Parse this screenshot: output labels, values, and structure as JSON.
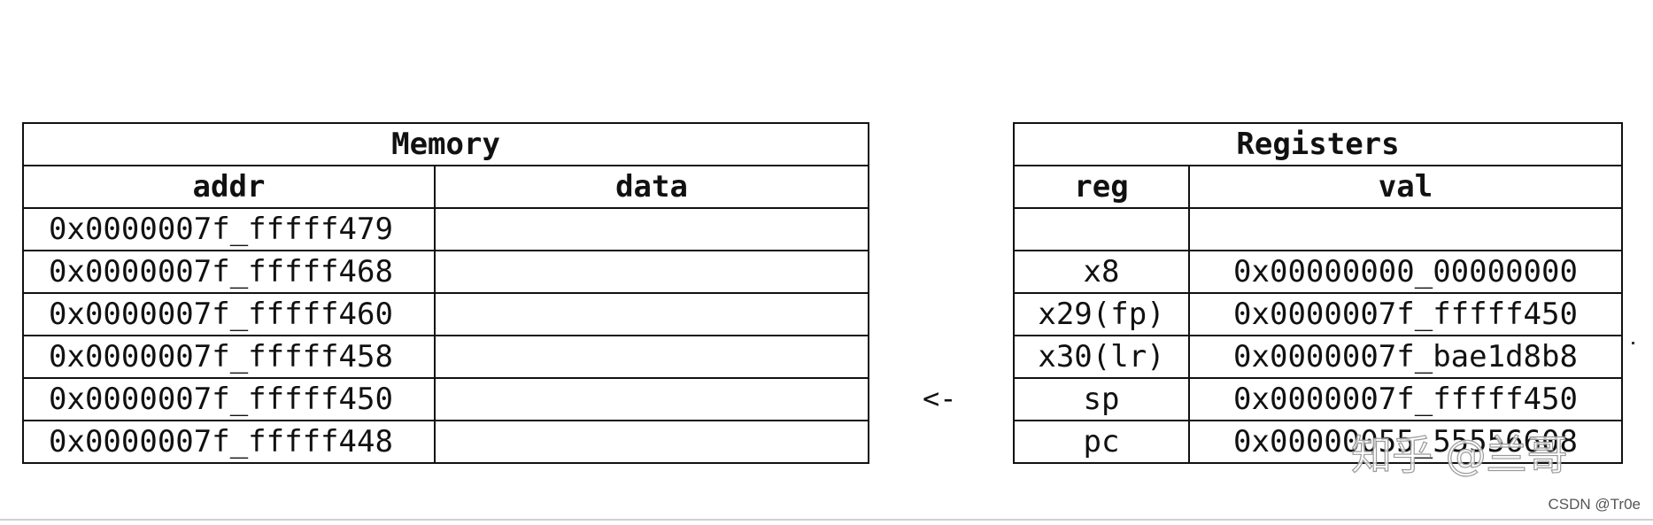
{
  "memory": {
    "title": "Memory",
    "headers": [
      "addr",
      "data"
    ],
    "rows": [
      {
        "addr": "0x0000007f_fffff479",
        "data": ""
      },
      {
        "addr": "0x0000007f_fffff468",
        "data": ""
      },
      {
        "addr": "0x0000007f_fffff460",
        "data": ""
      },
      {
        "addr": "0x0000007f_fffff458",
        "data": ""
      },
      {
        "addr": "0x0000007f_fffff450",
        "data": ""
      },
      {
        "addr": "0x0000007f_fffff448",
        "data": ""
      }
    ]
  },
  "registers": {
    "title": "Registers",
    "headers": [
      "reg",
      "val"
    ],
    "rows": [
      {
        "reg": "",
        "val": ""
      },
      {
        "reg": "x8",
        "val": "0x00000000_00000000"
      },
      {
        "reg": "x29(fp)",
        "val": "0x0000007f_fffff450"
      },
      {
        "reg": "x30(lr)",
        "val": "0x0000007f_bae1d8b8"
      },
      {
        "reg": "sp",
        "val": "0x0000007f_fffff450"
      },
      {
        "reg": "pc",
        "val": "0x00000055_55556608"
      }
    ]
  },
  "pointer": {
    "label": "<-"
  },
  "watermark": {
    "text": "知乎 @兰哥"
  },
  "credit": {
    "text": "CSDN @Tr0e"
  }
}
